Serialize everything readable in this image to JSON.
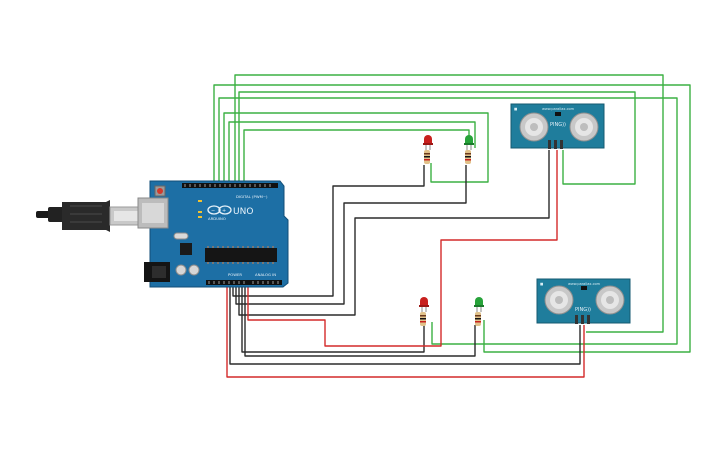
{
  "colors": {
    "wire_signal": "#3cb043",
    "wire_ground": "#2b2b2b",
    "wire_power": "#d42a2a",
    "board": "#1d6fa5",
    "sensor_board": "#1f7d9c",
    "led_red": "#c8201e",
    "led_green": "#27a33a"
  },
  "arduino": {
    "logo": "UNO",
    "brand": "ARDUINO",
    "digital_label": "DIGITAL (PWM~)",
    "power_label": "POWER",
    "analog_label": "ANALOG IN"
  },
  "sensors": [
    {
      "id": "top",
      "model": "PING))",
      "header": "www.parallax.com"
    },
    {
      "id": "bottom",
      "model": "PING))",
      "header": "www.parallax.com"
    }
  ],
  "leds": [
    {
      "id": "led-top-red",
      "color": "red"
    },
    {
      "id": "led-top-green",
      "color": "green"
    },
    {
      "id": "led-bottom-red",
      "color": "red"
    },
    {
      "id": "led-bottom-green",
      "color": "green"
    }
  ]
}
